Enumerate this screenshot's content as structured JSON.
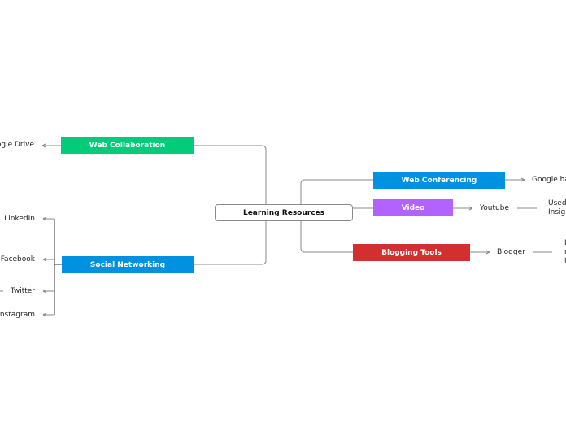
{
  "central_topic": "Learning Resources",
  "left_branches": [
    {
      "label": "Web Collaboration",
      "color": "#00cc7a",
      "children": [
        "Google Drive"
      ]
    },
    {
      "label": "Social Networking",
      "color": "#0092e0",
      "children": [
        "LinkedIn",
        "Facebook",
        "Twitter",
        "Instagram"
      ]
    }
  ],
  "right_branches": [
    {
      "label": "Web Conferencing",
      "color": "#0092e0",
      "children": [
        "Google hangouts"
      ]
    },
    {
      "label": "Video",
      "color": "#b263ff",
      "children": [
        "Youtube"
      ],
      "grandchildren_text": [
        "Used",
        "Insig"
      ]
    },
    {
      "label": "Blogging Tools",
      "color": "#d32f2f",
      "children": [
        "Blogger"
      ],
      "grandchildren_text": [
        "I",
        "n",
        "t"
      ]
    }
  ],
  "colors": {
    "connector": "#8a8a8a",
    "root_border": "#8a8a8a"
  }
}
